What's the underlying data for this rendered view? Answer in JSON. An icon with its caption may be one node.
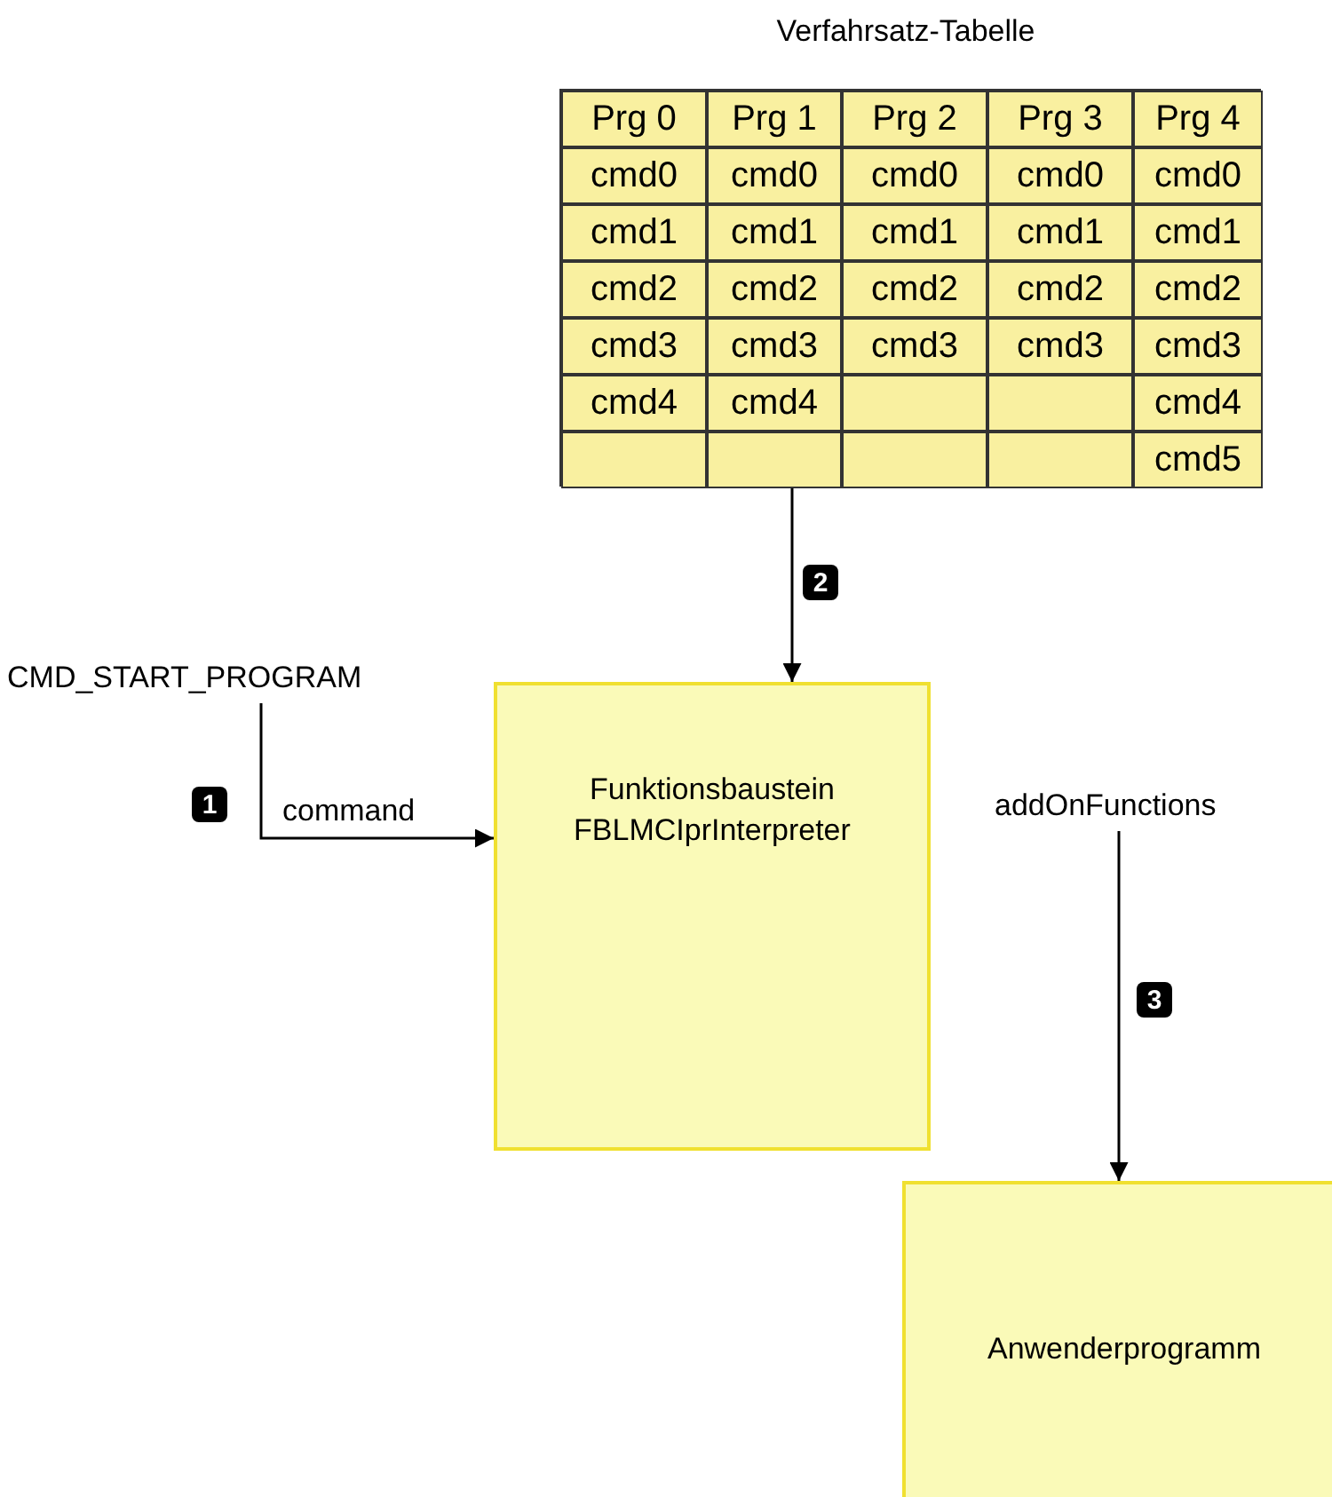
{
  "diagram": {
    "nodes": [
      {
        "text": [
          "Verfahrsatz-Tabelle"
        ]
      },
      {
        "text": [
          "CMD_START_PROGRAM"
        ]
      },
      {
        "text": [
          "Funktionsbaustein FBLMCIprInterpreter"
        ]
      },
      {
        "text": [
          "addOnFunctions"
        ]
      },
      {
        "text": [
          "Anwenderprogramm"
        ]
      }
    ],
    "edges": [
      {
        "from": 1,
        "to": 2,
        "arrow": "to",
        "label": "command"
      },
      {
        "from": 0,
        "to": 2,
        "arrow": "to"
      },
      {
        "from": 3,
        "to": 4,
        "arrow": "to"
      }
    ],
    "labels": [
      "Prg 0",
      "Prg 1",
      "Prg 2",
      "Prg 3",
      "Prg 4",
      "cmd0",
      "cmd0",
      "cmd0",
      "cmd0",
      "cmd0",
      "cmd1",
      "cmd1",
      "cmd1",
      "cmd1",
      "cmd1",
      "cmd2",
      "cmd2",
      "cmd2",
      "cmd2",
      "cmd2",
      "cmd3",
      "cmd3",
      "cmd3",
      "cmd3",
      "cmd3",
      "cmd4",
      "cmd4",
      "cmd4",
      "cmd5",
      "1",
      "2",
      "3"
    ]
  }
}
